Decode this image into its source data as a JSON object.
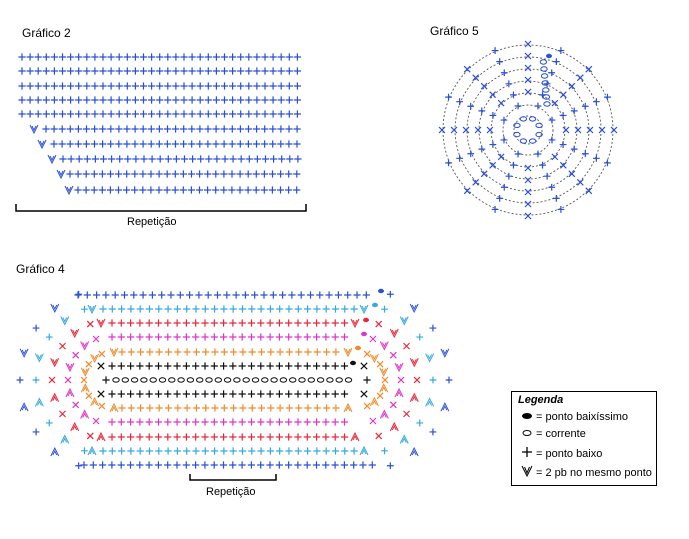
{
  "charts": {
    "chart2": {
      "title": "Gráfico 2",
      "caption": "Repetição"
    },
    "chart5": {
      "title": "Gráfico 5"
    },
    "chart4": {
      "title": "Gráfico 4",
      "caption": "Repetição"
    }
  },
  "legend": {
    "title": "Legenda",
    "items": [
      {
        "symbol": "ponto-baixissimo-icon",
        "label": "= ponto baixíssimo"
      },
      {
        "symbol": "corrente-icon",
        "label": "= corrente"
      },
      {
        "symbol": "ponto-baixo-icon",
        "label": "= ponto baixo"
      },
      {
        "symbol": "aumento-icon",
        "label": "= 2 pb no mesmo ponto"
      }
    ]
  },
  "colors": {
    "blue": "#2a4fd8",
    "lightblue": "#36a8e0",
    "red": "#e8273a",
    "magenta": "#e033c8",
    "orange": "#f08a2a",
    "black": "#111111",
    "gray": "#444444"
  }
}
